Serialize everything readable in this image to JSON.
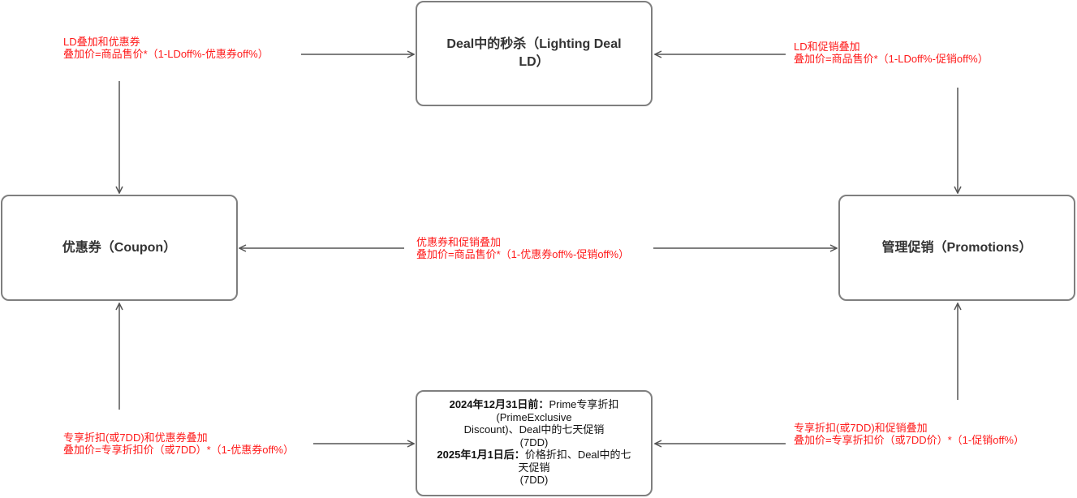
{
  "nodes": {
    "lighting_deal": "Deal中的秒杀（Lighting Deal LD）",
    "coupon": "优惠券（Coupon）",
    "promotions": "管理促销（Promotions）",
    "prime": {
      "before_label": "2024年12月31日前：",
      "before_text_1": "Prime专享折扣",
      "before_text_2": "(PrimeExclusive",
      "before_text_3": "Discount)、Deal中的七天促销",
      "before_text_4": "(7DD)",
      "after_label": "2025年1月1日后：",
      "after_text_1": "价格折扣、Deal中的七",
      "after_text_2": "天促销",
      "after_text_3": "(7DD)"
    }
  },
  "notes": {
    "ld_coupon_title": "LD叠加和优惠券",
    "ld_coupon_formula": "叠加价=商品售价*（1-LDoff%-优惠券off%）",
    "ld_promo_title": "LD和促销叠加",
    "ld_promo_formula": "叠加价=商品售价*（1-LDoff%-促销off%）",
    "coupon_promo_title": "优惠券和促销叠加",
    "coupon_promo_formula": "叠加价=商品售价*（1-优惠券off%-促销off%）",
    "prime_coupon_title": "专享折扣(或7DD)和优惠券叠加",
    "prime_coupon_formula": "叠加价=专享折扣价（或7DD）*（1-优惠券off%）",
    "prime_promo_title": "专享折扣(或7DD)和促销叠加",
    "prime_promo_formula": "叠加价=专享折扣价（或7DD价）*（1-促销off%）"
  },
  "colors": {
    "node_border": "#7f7f7f",
    "note_text": "#ff1a1a",
    "edge": "#555555"
  }
}
